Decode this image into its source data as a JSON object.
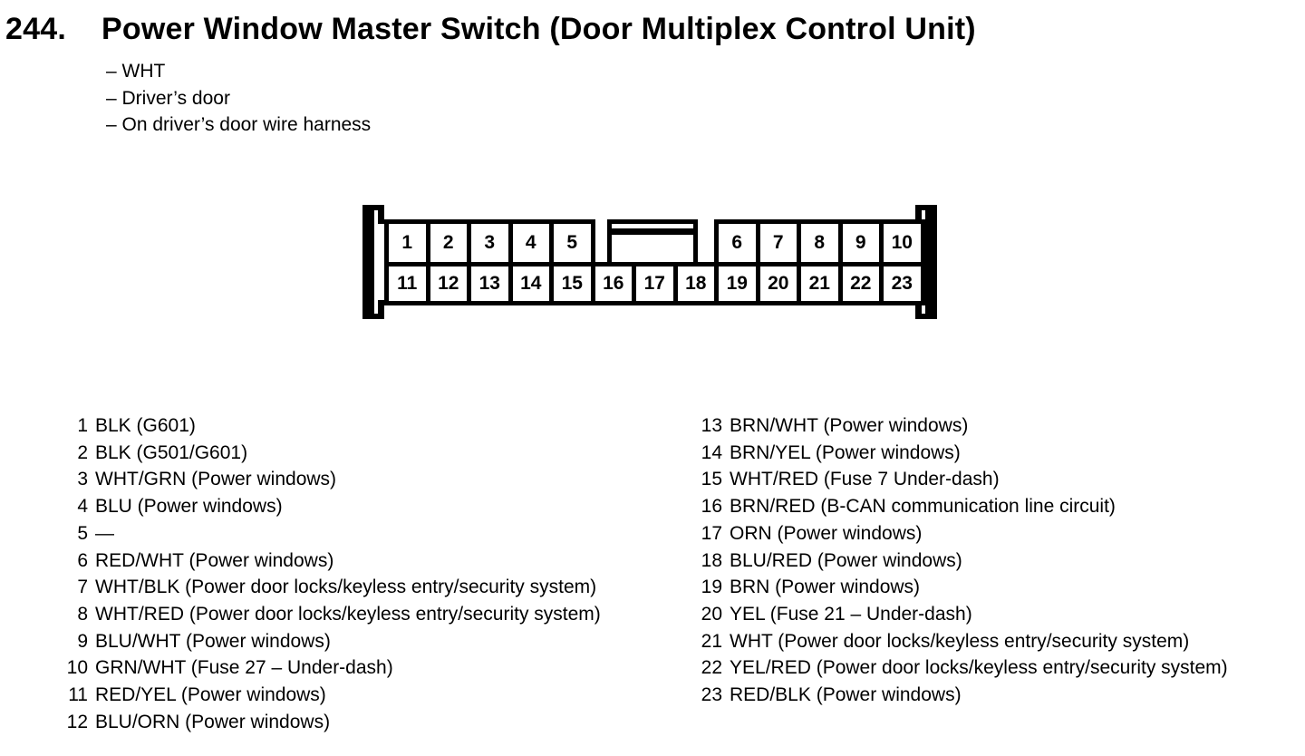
{
  "header": {
    "section_number": "244.",
    "title": "Power Window Master Switch (Door Multiplex Control Unit)",
    "notes": [
      "– WHT",
      "– Driver’s door",
      "– On driver’s door wire harness"
    ]
  },
  "connector": {
    "top_left_pins": [
      "1",
      "2",
      "3",
      "4",
      "5"
    ],
    "top_right_pins": [
      "6",
      "7",
      "8",
      "9",
      "10"
    ],
    "bottom_pins": [
      "11",
      "12",
      "13",
      "14",
      "15",
      "16",
      "17",
      "18",
      "19",
      "20",
      "21",
      "22",
      "23"
    ]
  },
  "pins": {
    "left": [
      {
        "num": "1",
        "desc": "BLK (G601)"
      },
      {
        "num": "2",
        "desc": "BLK (G501/G601)"
      },
      {
        "num": "3",
        "desc": "WHT/GRN (Power windows)"
      },
      {
        "num": "4",
        "desc": "BLU (Power windows)"
      },
      {
        "num": "5",
        "desc": "—"
      },
      {
        "num": "6",
        "desc": "RED/WHT (Power windows)"
      },
      {
        "num": "7",
        "desc": "WHT/BLK (Power door locks/keyless entry/security system)"
      },
      {
        "num": "8",
        "desc": "WHT/RED (Power door locks/keyless entry/security system)"
      },
      {
        "num": "9",
        "desc": "BLU/WHT (Power windows)"
      },
      {
        "num": "10",
        "desc": "GRN/WHT (Fuse 27 – Under-dash)"
      },
      {
        "num": "11",
        "desc": "RED/YEL (Power windows)"
      },
      {
        "num": "12",
        "desc": "BLU/ORN (Power windows)"
      }
    ],
    "right": [
      {
        "num": "13",
        "desc": "BRN/WHT (Power windows)"
      },
      {
        "num": "14",
        "desc": "BRN/YEL (Power windows)"
      },
      {
        "num": "15",
        "desc": "WHT/RED (Fuse 7 Under-dash)"
      },
      {
        "num": "16",
        "desc": "BRN/RED (B-CAN communication line circuit)"
      },
      {
        "num": "17",
        "desc": "ORN (Power windows)"
      },
      {
        "num": "18",
        "desc": "BLU/RED (Power windows)"
      },
      {
        "num": "19",
        "desc": "BRN (Power windows)"
      },
      {
        "num": "20",
        "desc": "YEL (Fuse 21 – Under-dash)"
      },
      {
        "num": "21",
        "desc": "WHT (Power door locks/keyless entry/security system)"
      },
      {
        "num": "22",
        "desc": "YEL/RED (Power door locks/keyless entry/security system)"
      },
      {
        "num": "23",
        "desc": "RED/BLK (Power windows)"
      }
    ]
  },
  "colors": {
    "ink": "#000000",
    "paper": "#ffffff"
  }
}
